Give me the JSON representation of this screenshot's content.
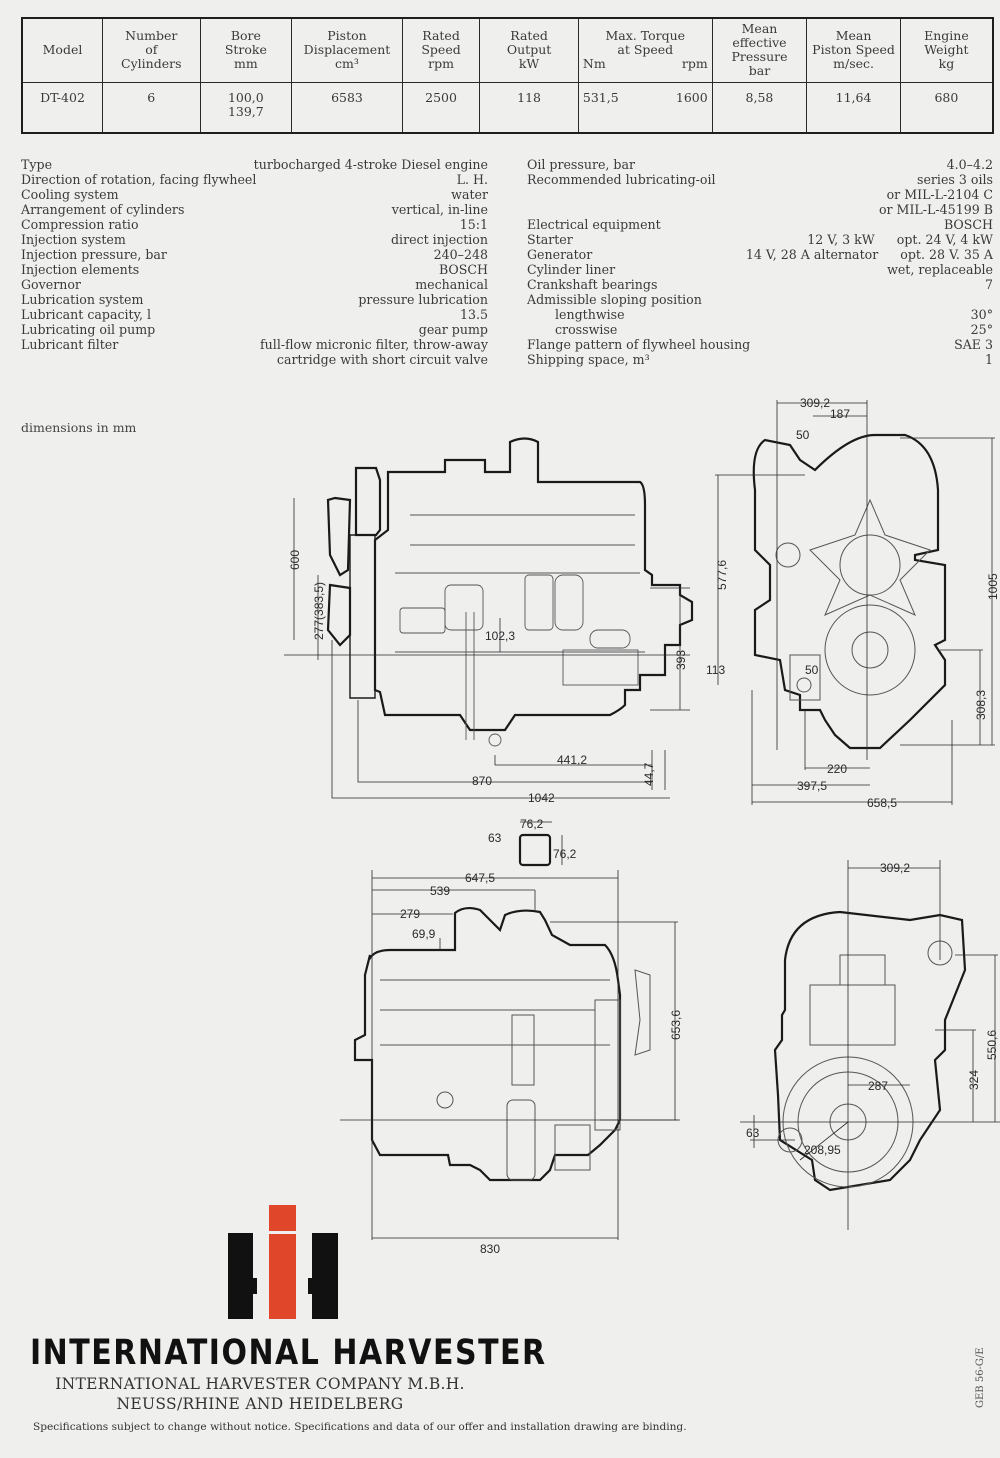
{
  "spec_table": {
    "headers": {
      "model": "Model",
      "cylinders": [
        "Number",
        "of",
        "Cylinders"
      ],
      "bore_stroke": [
        "Bore",
        "Stroke",
        "mm"
      ],
      "displacement": [
        "Piston",
        "Displacement",
        "cm³"
      ],
      "rated_speed": [
        "Rated",
        "Speed",
        "rpm"
      ],
      "rated_output": [
        "Rated",
        "Output",
        "kW"
      ],
      "torque": {
        "top": [
          "Max. Torque",
          "at Speed"
        ],
        "left": "Nm",
        "right": "rpm"
      },
      "mep": [
        "Mean",
        "effective",
        "Pressure",
        "bar"
      ],
      "piston_speed": [
        "Mean",
        "Piston Speed",
        "m/sec."
      ],
      "weight": [
        "Engine",
        "Weight",
        "kg"
      ]
    },
    "row": {
      "model": "DT-402",
      "cylinders": "6",
      "bore": "100,0",
      "stroke": "139,7",
      "displacement": "6583",
      "rated_speed": "2500",
      "rated_output": "118",
      "torque_nm": "531,5",
      "torque_rpm": "1600",
      "mep": "8,58",
      "piston_speed": "11,64",
      "weight": "680"
    }
  },
  "specs_left": [
    {
      "label": "Type",
      "value": "turbocharged 4-stroke Diesel engine"
    },
    {
      "label": "Direction of rotation, facing flywheel",
      "value": "L. H."
    },
    {
      "label": "Cooling system",
      "value": "water"
    },
    {
      "label": "Arrangement of cylinders",
      "value": "vertical, in-line"
    },
    {
      "label": "Compression ratio",
      "value": "15:1"
    },
    {
      "label": "Injection system",
      "value": "direct injection"
    },
    {
      "label": "Injection pressure, bar",
      "value": "240–248"
    },
    {
      "label": "Injection elements",
      "value": "BOSCH"
    },
    {
      "label": "Governor",
      "value": "mechanical"
    },
    {
      "label": "Lubrication system",
      "value": "pressure lubrication"
    },
    {
      "label": "Lubricant capacity, l",
      "value": "13.5"
    },
    {
      "label": "Lubricating oil pump",
      "value": "gear pump"
    },
    {
      "label": "Lubricant filter",
      "value": "full-flow micronic filter, throw-away"
    },
    {
      "label": "",
      "value": "cartridge with short circuit valve"
    }
  ],
  "specs_right": [
    {
      "label": "Oil pressure, bar",
      "mid": "",
      "value": "4.0–4.2"
    },
    {
      "label": "Recommended lubricating-oil",
      "mid": "",
      "value": "series 3 oils"
    },
    {
      "label": "",
      "mid": "",
      "value": "or MIL-L-2104 C"
    },
    {
      "label": "",
      "mid": "",
      "value": "or MIL-L-45199 B"
    },
    {
      "label": "Electrical equipment",
      "mid": "",
      "value": "BOSCH"
    },
    {
      "label": "Starter",
      "mid": "12 V, 3 kW",
      "value": "opt. 24 V, 4 kW"
    },
    {
      "label": "Generator",
      "mid": "14 V, 28 A alternator",
      "value": "opt. 28 V. 35 A"
    },
    {
      "label": "Cylinder liner",
      "mid": "",
      "value": "wet, replaceable"
    },
    {
      "label": "Crankshaft bearings",
      "mid": "",
      "value": "7"
    },
    {
      "label": "Admissible sloping position",
      "mid": "",
      "value": ""
    },
    {
      "label": "lengthwise",
      "mid": "",
      "value": "30°",
      "indent": true
    },
    {
      "label": "crosswise",
      "mid": "",
      "value": "25°",
      "indent": true
    },
    {
      "label": "Flange pattern of flywheel housing",
      "mid": "",
      "value": "SAE 3"
    },
    {
      "label": "Shipping space, m³",
      "mid": "",
      "value": "1"
    }
  ],
  "dimensions_note": "dimensions in mm",
  "drawings": {
    "side_view_left": {
      "d600": "600",
      "d277": "277(383,5)",
      "d102": "102,3",
      "d393": "393",
      "d441": "441,2",
      "d44": "44,7",
      "d870": "870",
      "d1042": "1042"
    },
    "front_view": {
      "d309": "309,2",
      "d187": "187",
      "d50a": "50",
      "d577": "577,6",
      "d1005": "1005",
      "d113": "113",
      "d50b": "50",
      "d308": "308,3",
      "d220": "220",
      "d397": "397,5",
      "d658": "658,5"
    },
    "side_view_right": {
      "d762a": "76,2",
      "d63": "63",
      "d762b": "76,2",
      "d647": "647,5",
      "d539": "539",
      "d279": "279",
      "d699": "69,9",
      "d653": "653,6",
      "d830": "830"
    },
    "rear_view": {
      "d309": "309,2",
      "d550": "550,6",
      "d324": "324",
      "d287": "287",
      "d63": "63",
      "d208": "208,95"
    }
  },
  "brand": {
    "logo_colors": {
      "black": "#111111",
      "red": "#e0462a"
    },
    "name": "INTERNATIONAL HARVESTER",
    "company_line1": "INTERNATIONAL HARVESTER COMPANY M.B.H.",
    "company_line2": "NEUSS/RHINE AND HEIDELBERG",
    "disclaimer": "Specifications subject to change without notice. Specifications and data of our offer and installation drawing are binding.",
    "doc_number": "GEB 56-G/E"
  }
}
